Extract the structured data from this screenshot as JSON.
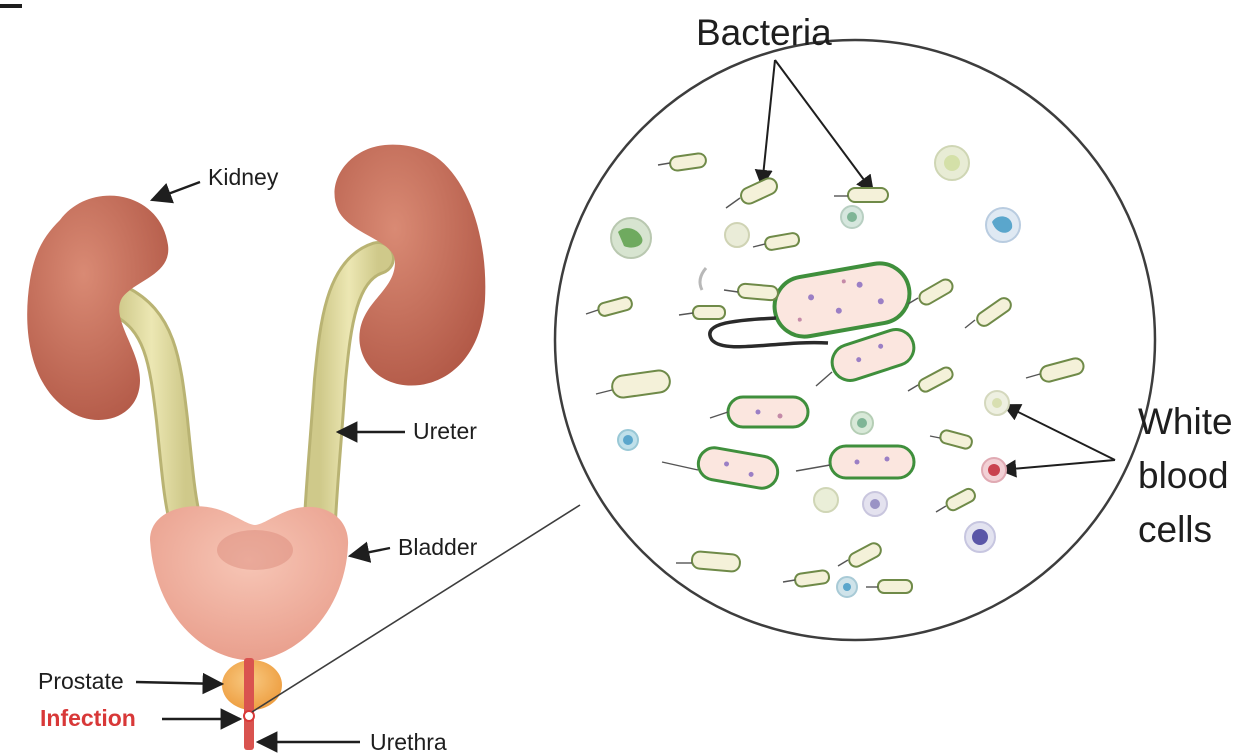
{
  "labels": {
    "kidney": "Kidney",
    "ureter": "Ureter",
    "bladder": "Bladder",
    "prostate": "Prostate",
    "infection": "Infection",
    "urethra": "Urethra",
    "bacteria": "Bacteria",
    "white_blood_cells": [
      "White",
      "blood",
      "cells"
    ]
  },
  "colors": {
    "kidney": "#c8705e",
    "ureter": "#e4dfa2",
    "bladder": "#f2b1a1",
    "prostate": "#f3b35c",
    "infection": "#d83838",
    "urethra": "#d9534f",
    "bacterium_outline": "#3f8f3c",
    "bacterium_fill": "#fdece4",
    "lens_outline": "#3d3d3d"
  }
}
